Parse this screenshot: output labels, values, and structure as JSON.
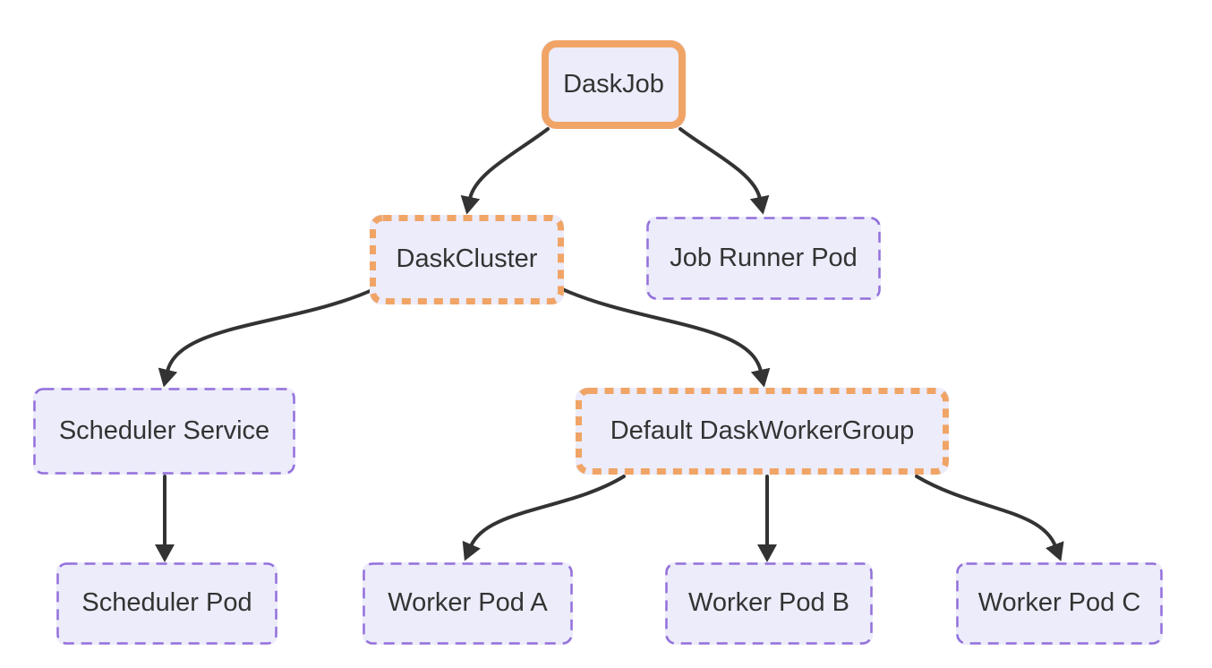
{
  "diagram": {
    "type": "flowchart",
    "direction": "top-down",
    "theme": {
      "node_fill": "#ECECFB",
      "purple_border": "#9370DB",
      "orange_border": "#F0A466",
      "edge_color": "#333333",
      "text_color": "#333333",
      "background": "#FFFFFF"
    },
    "nodes": [
      {
        "id": "daskjob",
        "label": "DaskJob",
        "style": "orange-solid"
      },
      {
        "id": "daskcluster",
        "label": "DaskCluster",
        "style": "orange-dotted"
      },
      {
        "id": "jobrunnerpod",
        "label": "Job Runner Pod",
        "style": "purple-dashed"
      },
      {
        "id": "schedulerservice",
        "label": "Scheduler Service",
        "style": "purple-dashed"
      },
      {
        "id": "defaultdaskworkergroup",
        "label": "Default DaskWorkerGroup",
        "style": "orange-dotted"
      },
      {
        "id": "schedulerpod",
        "label": "Scheduler Pod",
        "style": "purple-dashed"
      },
      {
        "id": "workerpoda",
        "label": "Worker Pod A",
        "style": "purple-dashed"
      },
      {
        "id": "workerpodb",
        "label": "Worker Pod B",
        "style": "purple-dashed"
      },
      {
        "id": "workerpodc",
        "label": "Worker Pod C",
        "style": "purple-dashed"
      }
    ],
    "edges": [
      {
        "from": "DaskJob",
        "to": "DaskCluster"
      },
      {
        "from": "DaskJob",
        "to": "Job Runner Pod"
      },
      {
        "from": "DaskCluster",
        "to": "Scheduler Service"
      },
      {
        "from": "DaskCluster",
        "to": "Default DaskWorkerGroup"
      },
      {
        "from": "Scheduler Service",
        "to": "Scheduler Pod"
      },
      {
        "from": "Default DaskWorkerGroup",
        "to": "Worker Pod A"
      },
      {
        "from": "Default DaskWorkerGroup",
        "to": "Worker Pod B"
      },
      {
        "from": "Default DaskWorkerGroup",
        "to": "Worker Pod C"
      }
    ]
  }
}
